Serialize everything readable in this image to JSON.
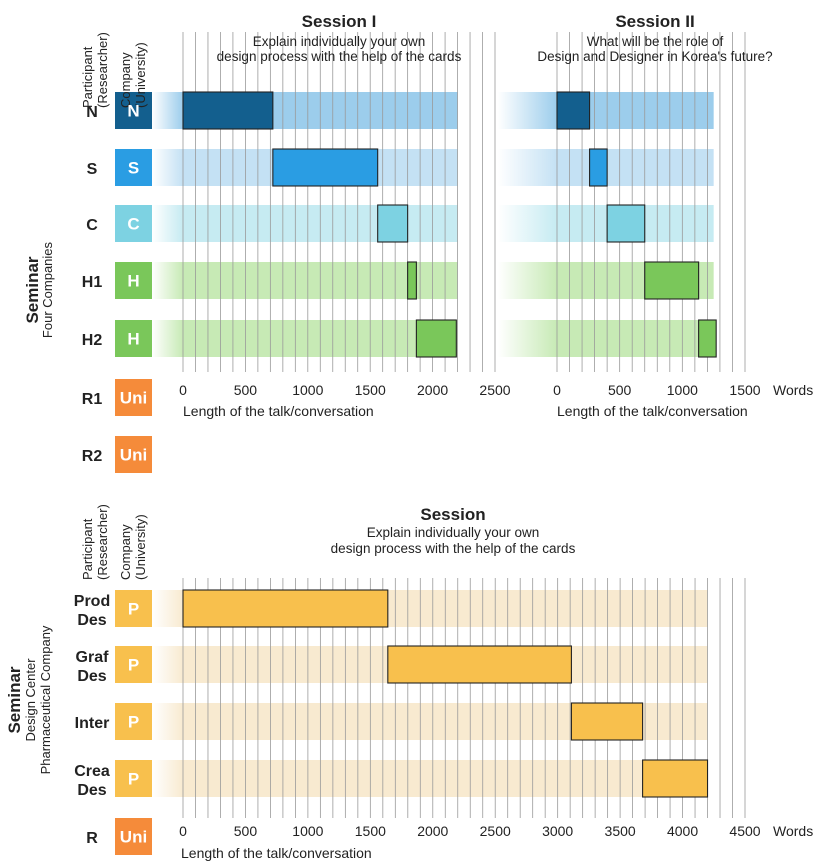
{
  "colors": {
    "N": "#135f8e",
    "S": "#2a9de3",
    "C": "#7dd2e2",
    "H": "#7ac75a",
    "Uni": "#f58b3a",
    "P": "#f8c04d",
    "track_N": "#9ccdec",
    "track_S": "#c4e1f4",
    "track_C": "#c6ebf2",
    "track_H": "#c7eab5",
    "track_P": "#f8ead0",
    "grid": "#9a9a9a",
    "text": "#222222"
  },
  "headers": {
    "participant": "Participant",
    "participant_sub": "(Researcher)",
    "company": "Company",
    "company_sub": "(University)"
  },
  "seminar1": {
    "label": "Seminar",
    "sublabel": "Four Companies",
    "participants": [
      {
        "label": "N",
        "badge": "N",
        "badge_color": "N",
        "track_color": "track_N"
      },
      {
        "label": "S",
        "badge": "S",
        "badge_color": "S",
        "track_color": "track_S"
      },
      {
        "label": "C",
        "badge": "C",
        "badge_color": "C",
        "track_color": "track_C"
      },
      {
        "label": "H1",
        "badge": "H",
        "badge_color": "H",
        "track_color": "track_H"
      },
      {
        "label": "H2",
        "badge": "H",
        "badge_color": "H",
        "track_color": "track_H"
      },
      {
        "label": "R1",
        "badge": "Uni",
        "badge_color": "Uni",
        "track_color": null
      },
      {
        "label": "R2",
        "badge": "Uni",
        "badge_color": "Uni",
        "track_color": null
      }
    ]
  },
  "seminar2": {
    "label": "Seminar",
    "sublabel": "Design Center",
    "sublabel2": "Pharmaceutical Company",
    "participants": [
      {
        "label": [
          "Prod",
          "Des"
        ],
        "badge": "P",
        "badge_color": "P",
        "track_color": "track_P"
      },
      {
        "label": [
          "Graf",
          "Des"
        ],
        "badge": "P",
        "badge_color": "P",
        "track_color": "track_P"
      },
      {
        "label": [
          "Inter"
        ],
        "badge": "P",
        "badge_color": "P",
        "track_color": "track_P"
      },
      {
        "label": [
          "Crea",
          "Des"
        ],
        "badge": "P",
        "badge_color": "P",
        "track_color": "track_P"
      },
      {
        "label": [
          "R"
        ],
        "badge": "Uni",
        "badge_color": "Uni",
        "track_color": null
      }
    ]
  },
  "chart_data": [
    {
      "type": "bar",
      "title": "Session I",
      "subtitle": [
        "Explain individually your own",
        "design process with the help of the cards"
      ],
      "xlabel": "Length of the talk/conversation",
      "xlim": [
        0,
        2500
      ],
      "xticks": [
        0,
        500,
        1000,
        1500,
        2000,
        2500
      ],
      "gridstep": 100,
      "track_end": 2200,
      "bars": [
        {
          "participant": "N",
          "start": 0,
          "end": 720,
          "color": "N"
        },
        {
          "participant": "S",
          "start": 720,
          "end": 1560,
          "color": "S"
        },
        {
          "participant": "C",
          "start": 1560,
          "end": 1800,
          "color": "C"
        },
        {
          "participant": "H1",
          "start": 1800,
          "end": 1870,
          "color": "H"
        },
        {
          "participant": "H2",
          "start": 1870,
          "end": 2190,
          "color": "H"
        }
      ]
    },
    {
      "type": "bar",
      "title": "Session II",
      "subtitle": [
        "What will be the role of",
        "Design and Designer in Korea's future?"
      ],
      "xlabel": "Length of the talk/conversation",
      "unit": "Words",
      "xlim": [
        0,
        1500
      ],
      "xticks": [
        0,
        500,
        1000,
        1500
      ],
      "gridstep": 100,
      "track_end": 1250,
      "bars": [
        {
          "participant": "N",
          "start": 0,
          "end": 260,
          "color": "N"
        },
        {
          "participant": "S",
          "start": 260,
          "end": 400,
          "color": "S"
        },
        {
          "participant": "C",
          "start": 400,
          "end": 700,
          "color": "C"
        },
        {
          "participant": "H1",
          "start": 700,
          "end": 1130,
          "color": "H"
        },
        {
          "participant": "H2",
          "start": 1130,
          "end": 1270,
          "color": "H"
        }
      ]
    },
    {
      "type": "bar",
      "title": "Session",
      "subtitle": [
        "Explain individually your own",
        "design process with the help of the cards"
      ],
      "xlabel": "Length of the talk/conversation",
      "unit": "Words",
      "xlim": [
        0,
        4500
      ],
      "xticks": [
        0,
        500,
        1000,
        1500,
        2000,
        2500,
        3000,
        3500,
        4000,
        4500
      ],
      "gridstep": 100,
      "track_end": 4200,
      "bars": [
        {
          "participant": "Prod Des",
          "start": 0,
          "end": 1640,
          "color": "P"
        },
        {
          "participant": "Graf Des",
          "start": 1640,
          "end": 3110,
          "color": "P"
        },
        {
          "participant": "Inter",
          "start": 3110,
          "end": 3680,
          "color": "P"
        },
        {
          "participant": "Crea Des",
          "start": 3680,
          "end": 4200,
          "color": "P"
        }
      ]
    }
  ]
}
